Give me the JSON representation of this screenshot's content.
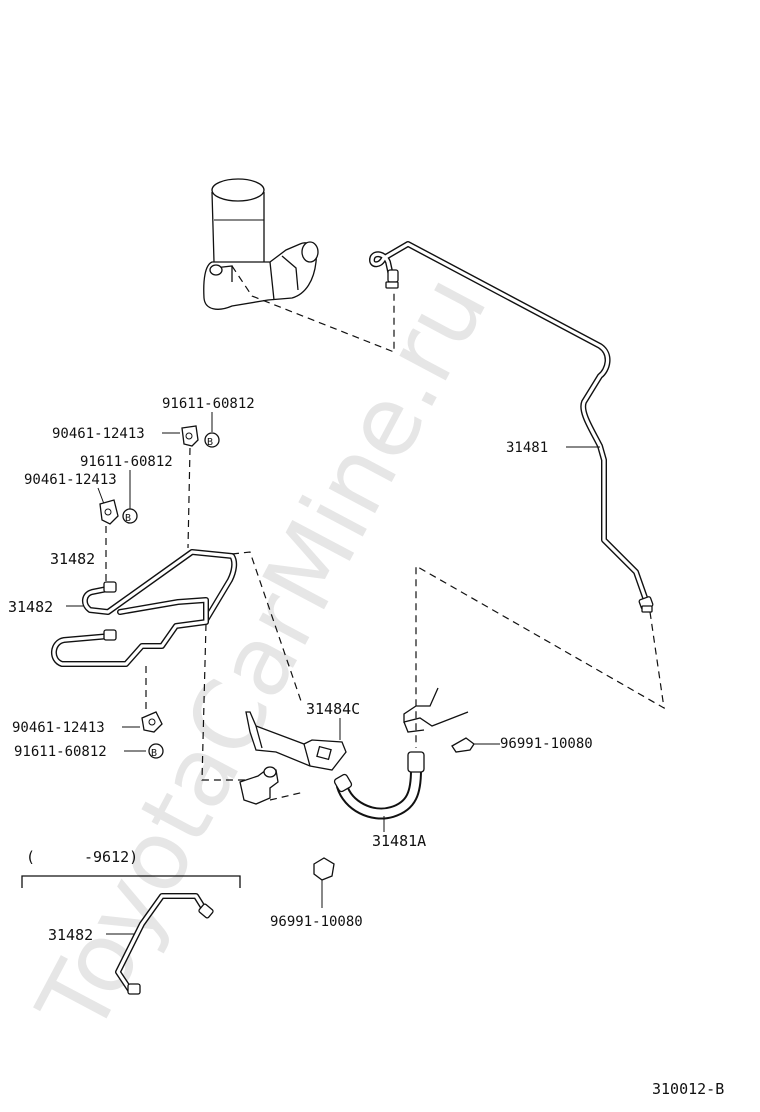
{
  "watermark": "ToyotaCarMine.ru",
  "diagram_code": "310012-B",
  "bolt_badge": "B",
  "labels": {
    "p91611_a": "91611-60812",
    "p90461_a": "90461-12413",
    "p91611_b": "91611-60812",
    "p90461_b": "90461-12413",
    "p31482_a": "31482",
    "p31482_b": "31482",
    "p90461_c": "90461-12413",
    "p91611_c": "91611-60812",
    "p31481": "31481",
    "p31484c": "31484C",
    "p96991_a": "96991-10080",
    "p31481a": "31481A",
    "p96991_b": "96991-10080",
    "p31482_c": "31482"
  },
  "inset": {
    "range_open": "(",
    "range_to": "-9612)"
  }
}
